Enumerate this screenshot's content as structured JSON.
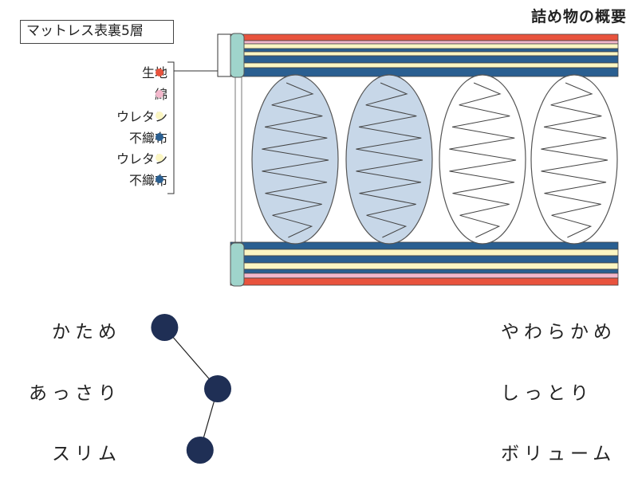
{
  "title": "詰め物の概要",
  "layer_box_label": "マットレス表裏5層",
  "colors": {
    "red": "#e8533d",
    "pink": "#f3b8cc",
    "cream": "#fbf6c2",
    "navy": "#2a5f91",
    "bluefill": "#c7d7e8",
    "mint": "#9fd4cb",
    "knob": "#1f2f55"
  },
  "legend": [
    {
      "label": "生地",
      "color": "#e8533d"
    },
    {
      "label": "綿",
      "color": "#f3b8cc"
    },
    {
      "label": "ウレタン",
      "color": "#fbf6c2"
    },
    {
      "label": "不織布",
      "color": "#2a5f91"
    },
    {
      "label": "ウレタン",
      "color": "#fbf6c2"
    },
    {
      "label": "不織布",
      "color": "#2a5f91"
    }
  ],
  "springs": [
    {
      "type": "pocket-spring-filled"
    },
    {
      "type": "pocket-spring-filled"
    },
    {
      "type": "pocket-spring-open"
    },
    {
      "type": "pocket-spring-open"
    }
  ],
  "sliders": [
    {
      "left": "かため",
      "right": "やわらかめ",
      "steps": 11,
      "position": 1
    },
    {
      "left": "あっさり",
      "right": "しっとり",
      "steps": 5,
      "position": 1
    },
    {
      "left": "スリム",
      "right": "ボリューム",
      "steps": 11,
      "position": 2
    }
  ]
}
